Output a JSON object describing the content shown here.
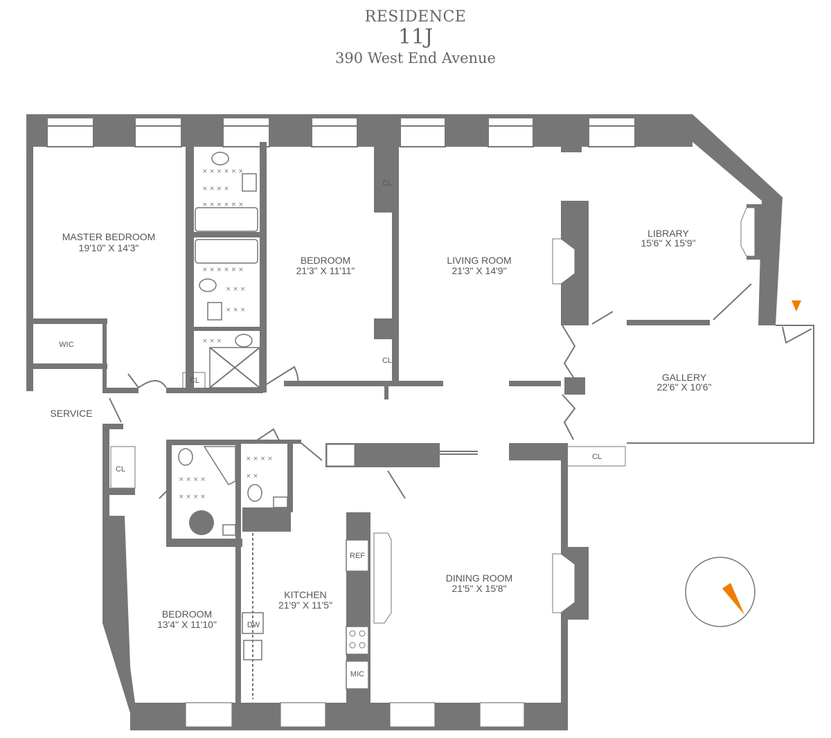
{
  "header": {
    "title": "RESIDENCE",
    "unit": "11J",
    "address": "390 West End Avenue"
  },
  "rooms": {
    "master_bedroom": {
      "name": "MASTER BEDROOM",
      "dims": "19'10\" X 14'3\""
    },
    "bedroom_1": {
      "name": "BEDROOM",
      "dims": "21'3\" X 11'11\""
    },
    "living_room": {
      "name": "LIVING ROOM",
      "dims": "21'3\" X 14'9\""
    },
    "library": {
      "name": "LIBRARY",
      "dims": "15'6\" X 15'9\""
    },
    "gallery": {
      "name": "GALLERY",
      "dims": "22'6\" X 10'6\""
    },
    "dining_room": {
      "name": "DINING  ROOM",
      "dims": "21'5\" X 15'8\""
    },
    "kitchen": {
      "name": "KITCHEN",
      "dims": "21'9\" X 11'5\""
    },
    "bedroom_2": {
      "name": "BEDROOM",
      "dims": "13'4\" X 11'10\""
    }
  },
  "labels": {
    "service": "SERVICE",
    "wic": "WIC",
    "cl_bedroom_top": "CL",
    "cl_bedroom_bottom": "CL",
    "cl_bath": "CL",
    "cl_gallery": "CL",
    "cl_bedroom2": "CL",
    "ref": "REF",
    "dw": "DW",
    "mic": "MIC"
  },
  "colors": {
    "wall": "#767676",
    "accent": "#f07d00"
  },
  "compass": {
    "icon": "compass-north-arrow"
  }
}
